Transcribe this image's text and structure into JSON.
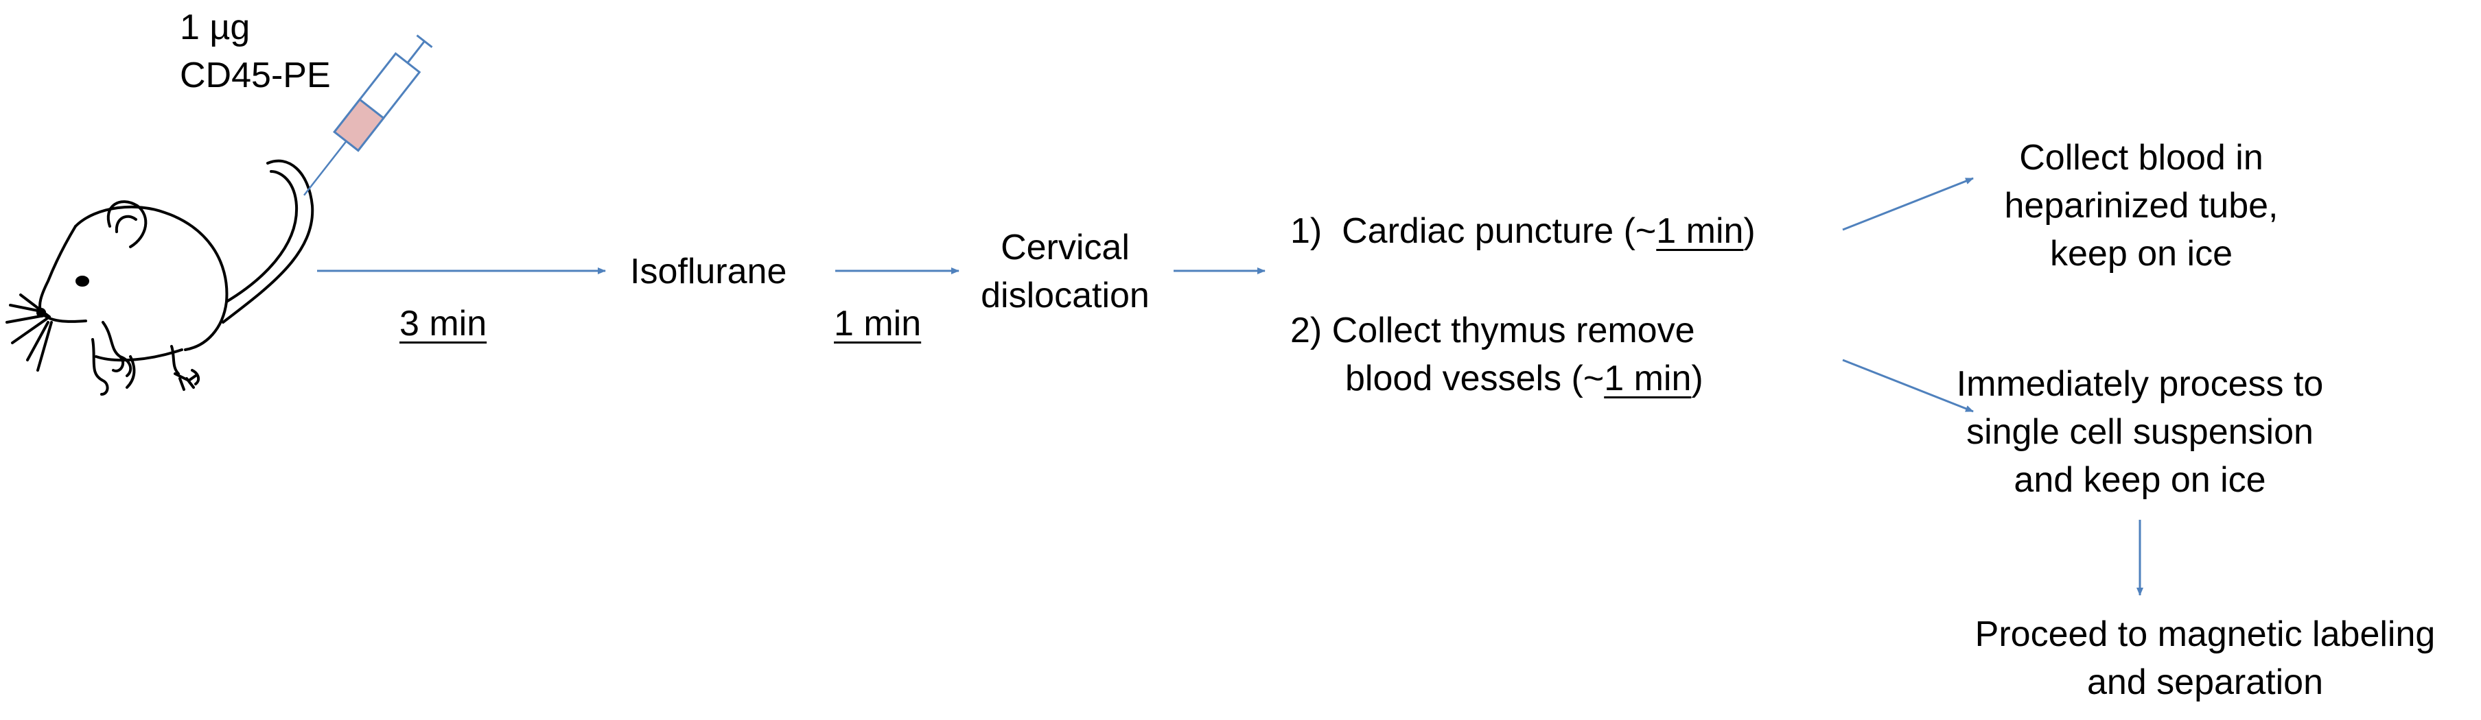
{
  "injection": {
    "dose": "1 µg",
    "antibody": "CD45-PE"
  },
  "steps": {
    "isoflurane": "Isoflurane",
    "cervical_line1": "Cervical",
    "cervical_line2": "dislocation"
  },
  "durations": {
    "mouse_to_isoflurane": "3 min",
    "isoflurane_to_dislocation": "1 min"
  },
  "branch1": {
    "prefix": "1)  Cardiac puncture (~",
    "time": "1 min",
    "suffix": ")"
  },
  "branch2": {
    "line1": "2) Collect thymus remove",
    "line2_prefix": "blood vessels (~",
    "time": "1 min",
    "suffix": ")"
  },
  "blood_outcome": {
    "line1": "Collect blood in",
    "line2": "heparinized tube,",
    "line3": "keep on ice"
  },
  "thymus_outcome": {
    "line1": "Immediately process to",
    "line2": "single cell suspension",
    "line3": "and keep on ice"
  },
  "final_step": {
    "line1": "Proceed to magnetic labeling",
    "line2": "and separation"
  },
  "colors": {
    "arrow": "#4f81bd",
    "syringe_fill": "#e6b9b8",
    "syringe_outline": "#4f81bd"
  }
}
